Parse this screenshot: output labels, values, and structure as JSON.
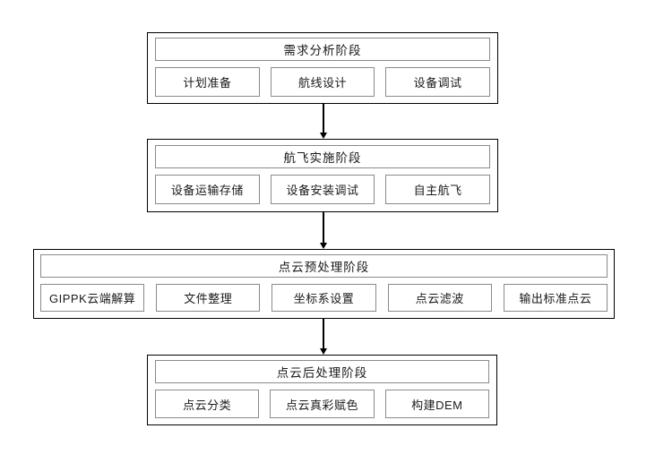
{
  "diagram": {
    "type": "flowchart",
    "direction": "top-down",
    "colors": {
      "background": "#ffffff",
      "outer_border": "#000000",
      "inner_border": "#8a8a8a",
      "text": "#1a1a1a",
      "arrow": "#000000"
    },
    "stages": [
      {
        "title": "需求分析阶段",
        "items": [
          "计划准备",
          "航线设计",
          "设备调试"
        ]
      },
      {
        "title": "航飞实施阶段",
        "items": [
          "设备运输存储",
          "设备安装调试",
          "自主航飞"
        ]
      },
      {
        "title": "点云预处理阶段",
        "items": [
          "GIPPK云端解算",
          "文件整理",
          "坐标系设置",
          "点云滤波",
          "输出标准点云"
        ]
      },
      {
        "title": "点云后处理阶段",
        "items": [
          "点云分类",
          "点云真彩赋色",
          "构建DEM"
        ]
      }
    ],
    "connectors": [
      {
        "from": "需求分析阶段",
        "to": "航飞实施阶段",
        "style": "arrow-down"
      },
      {
        "from": "航飞实施阶段",
        "to": "点云预处理阶段",
        "style": "arrow-down"
      },
      {
        "from": "点云预处理阶段",
        "to": "点云后处理阶段",
        "style": "arrow-down"
      }
    ]
  }
}
